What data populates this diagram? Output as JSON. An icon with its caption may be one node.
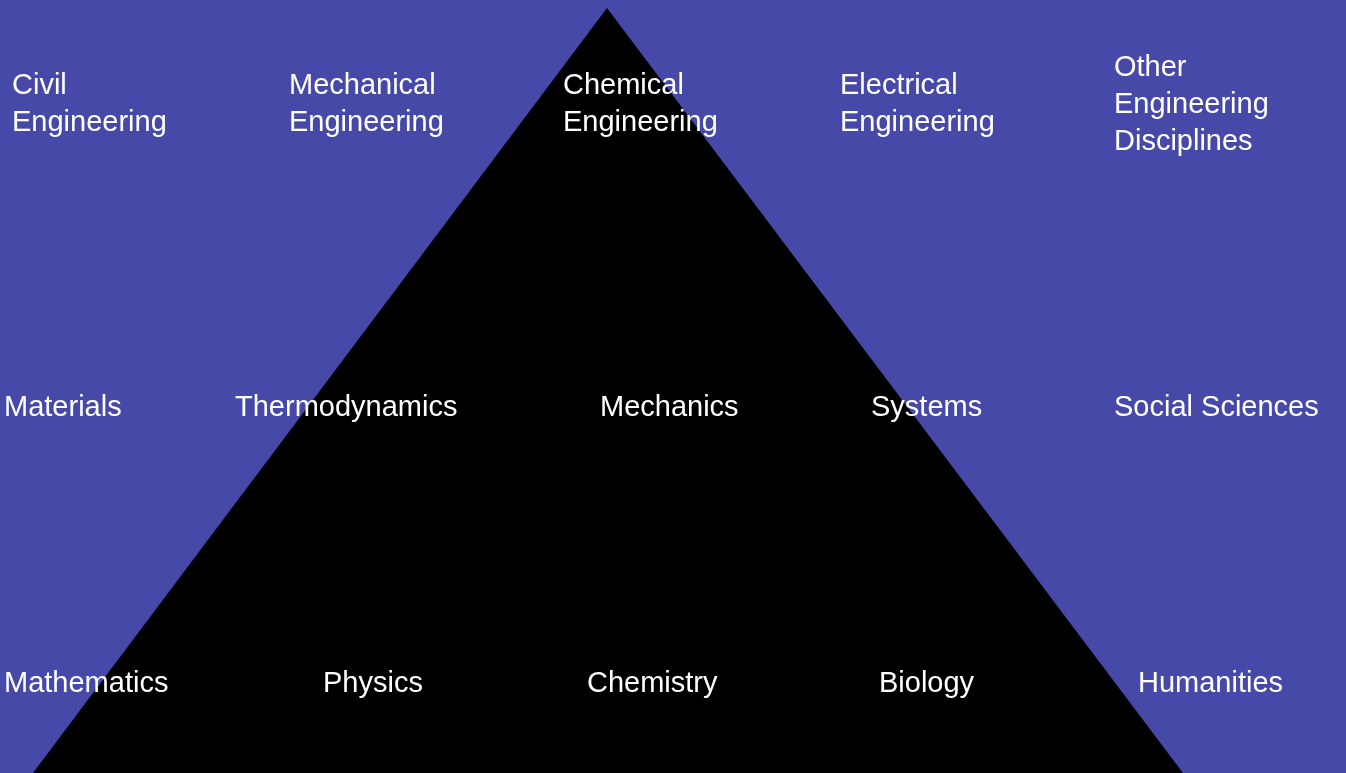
{
  "diagram": {
    "labels": [
      "Civil Engineering",
      "Mechanical Engineering",
      "Chemical Engineering",
      "Electrical Engineering",
      "Other Engineering Disciplines",
      "Materials",
      "Thermodynamics",
      "Mechanics",
      "Systems",
      "Social Sciences",
      "Mathematics",
      "Physics",
      "Chemistry",
      "Biology",
      "Humanities"
    ]
  }
}
